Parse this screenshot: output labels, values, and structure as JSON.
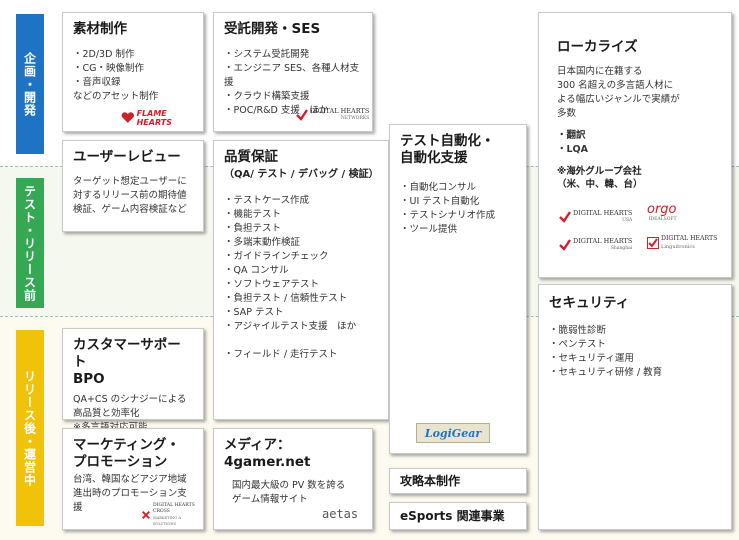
{
  "phases": {
    "planning": "企画・開発",
    "testing": "テスト・リリース前",
    "post_release": "リリース後・運営中"
  },
  "colors": {
    "planning": "#1e73c4",
    "testing": "#34a853",
    "post_release": "#f0c20a",
    "logo_red": "#d0202a"
  },
  "cards": {
    "material": {
      "title": "素材制作",
      "items": [
        "・2D/3D 制作",
        "・CG・映像制作",
        "・音声収録",
        "などのアセット制作"
      ],
      "logo": "FLAME HEARTS"
    },
    "contract_dev": {
      "title": "受託開発・SES",
      "items": [
        "・システム受託開発",
        "・エンジニア SES、各種人材支援",
        "・クラウド構築支援",
        "・POC/R&D 支援　ほか"
      ],
      "logo": "DIGITAL HEARTS",
      "logo_sub": "NETWORKS"
    },
    "user_review": {
      "title": "ユーザーレビュー",
      "text": [
        "ターゲット想定ユーザーに",
        "対するリリース前の期待値",
        "検証、ゲーム内容検証など"
      ]
    },
    "qa": {
      "title": "品質保証",
      "subtitle": "（QA/ テスト / デバッグ / 検証）",
      "items": [
        "・テストケース作成",
        "・機能テスト",
        "・負担テスト",
        "・多端末動作検証",
        "・ガイドラインチェック",
        "・QA コンサル",
        "・ソフトウェアテスト",
        "・負担テスト / 信頼性テスト",
        "・SAP テスト",
        "・アジャイルテスト支援　ほか",
        "",
        "・フィールド / 走行テスト"
      ]
    },
    "test_automation": {
      "title": "テスト自動化・自動化支援",
      "title_lines": [
        "テスト自動化・",
        "自動化支援"
      ],
      "items": [
        "・自動化コンサル",
        "・UI テスト自動化",
        "・テストシナリオ作成",
        "・ツール提供"
      ],
      "logo": "LogiGear"
    },
    "localize": {
      "title": "ローカライズ",
      "text": [
        "日本国内に在籍する",
        "300 名超えの多言語人材に",
        "よる幅広いジャンルで実績が",
        "多数"
      ],
      "items": [
        "・翻訳",
        "・LQA"
      ],
      "group_title": "※海外グループ会社",
      "group_countries": "（米、中、韓、台）",
      "logo_usa": "DIGITAL HEARTS",
      "logo_usa_sub": "USA",
      "logo_orgo": "orgo",
      "logo_orgo_sub": "IDEALSOFT",
      "logo_shanghai": "DIGITAL HEARTS",
      "logo_shanghai_sub": "Shanghai",
      "logo_ling": "DIGITAL HEARTS",
      "logo_ling_sub": "Linguitronics"
    },
    "security": {
      "title": "セキュリティ",
      "items": [
        "・脆弱性診断",
        "・ペンテスト",
        "・セキュリティ運用",
        "・セキュリティ研修 / 教育"
      ]
    },
    "customer_support": {
      "title_lines": [
        "カスタマーサポート",
        "BPO"
      ],
      "text": [
        "QA+CS のシナジーによる",
        "高品質と効率化",
        "※多言語対応可能"
      ]
    },
    "marketing": {
      "title_lines": [
        "マーケティング・",
        "プロモーション"
      ],
      "text": [
        "台湾、韓国などアジア地域",
        "進出時のプロモーション支援"
      ],
      "logo": "DIGITAL HEARTS CROSS",
      "logo_sub": "MARKETING & SOLUTIONS"
    },
    "media": {
      "title": "メディア：4gamer.net",
      "text": [
        "国内最大級の PV 数を誇る",
        "ゲーム情報サイト"
      ],
      "logo": "aetas"
    },
    "strategy_book": {
      "title": "攻略本制作"
    },
    "esports": {
      "title": "eSports 関連事業"
    }
  }
}
